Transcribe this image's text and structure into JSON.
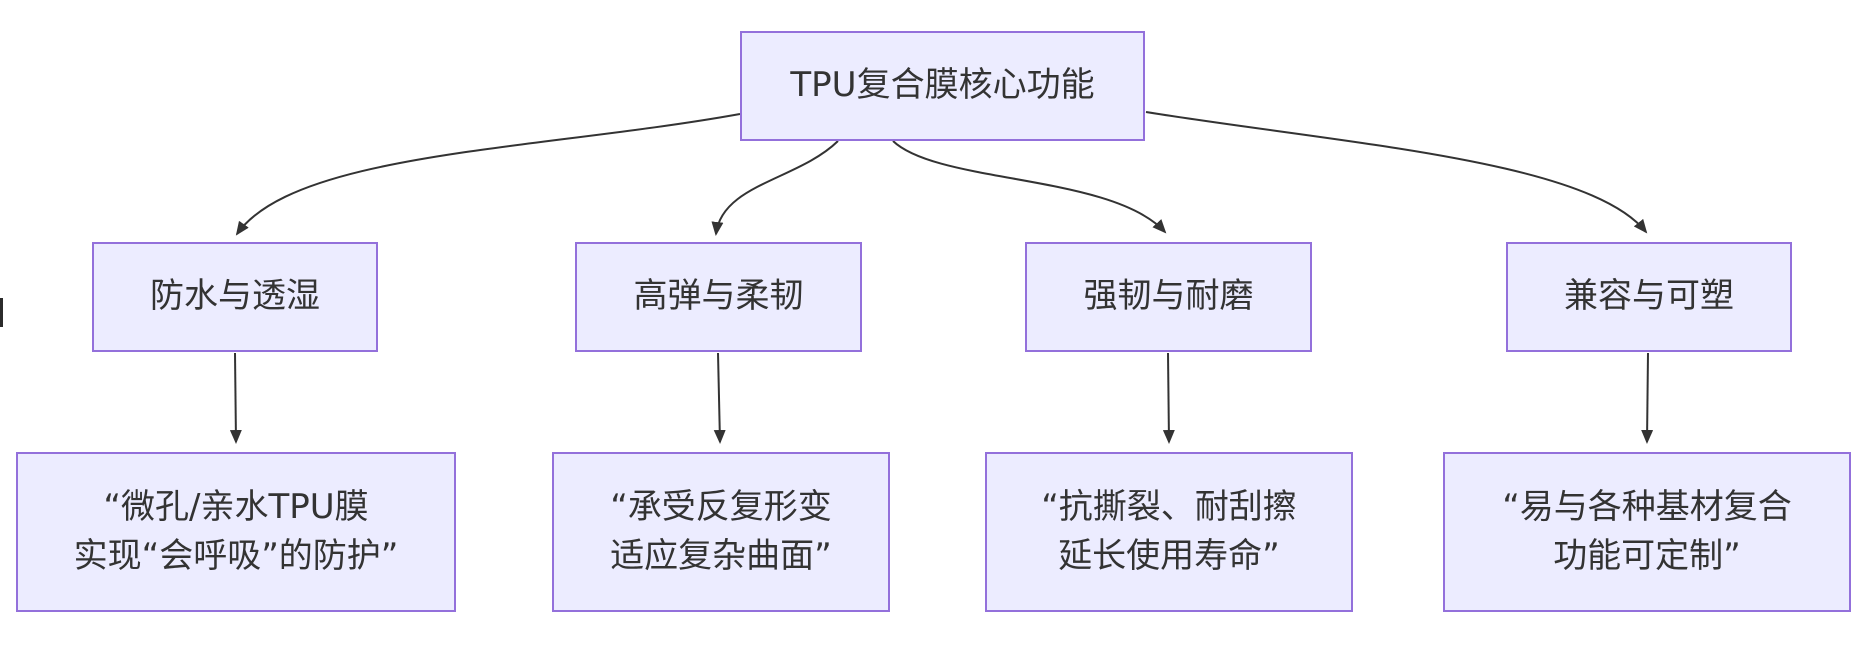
{
  "diagram": {
    "type": "flowchart",
    "root": {
      "label": "TPU复合膜核心功能"
    },
    "branches": [
      {
        "feature": "防水与透湿",
        "detail_line1": "“微孔/亲水TPU膜",
        "detail_line2": "实现“会呼吸”的防护”"
      },
      {
        "feature": "高弹与柔韧",
        "detail_line1": "“承受反复形变",
        "detail_line2": "适应复杂曲面”"
      },
      {
        "feature": "强韧与耐磨",
        "detail_line1": "“抗撕裂、耐刮擦",
        "detail_line2": "延长使用寿命”"
      },
      {
        "feature": "兼容与可塑",
        "detail_line1": "“易与各种基材复合",
        "detail_line2": "功能可定制”"
      }
    ],
    "colors": {
      "node_fill": "#ECECFF",
      "node_border": "#9370DB",
      "text": "#333333",
      "edge": "#333333"
    }
  }
}
